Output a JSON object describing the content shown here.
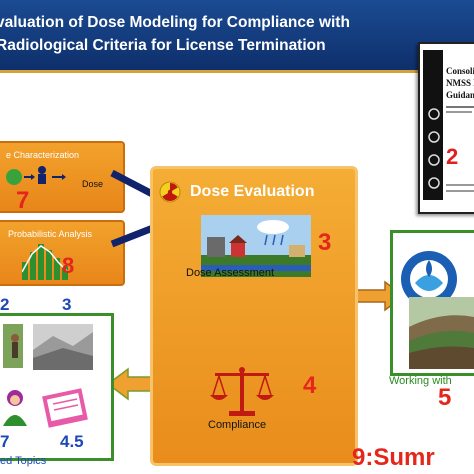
{
  "banner": {
    "line1": "valuation of Dose Modeling for Compliance with",
    "line2": "Radiological Criteria for License Termination"
  },
  "document": {
    "line1": "Consoli",
    "line2": "NMSS D",
    "line3": "Guidan",
    "number": "2"
  },
  "site_char": {
    "title": "e Characterization",
    "dose_label": "Dose",
    "number": "7"
  },
  "probabilistic": {
    "title": "Probabilistic Analysis",
    "number": "8"
  },
  "dose_evaluation": {
    "title": "Dose Evaluation",
    "assessment_number": "3",
    "assessment_label": "Dose Assessment",
    "compliance_number": "4",
    "compliance_label": "Compliance"
  },
  "working": {
    "label": "Working with",
    "number": "5"
  },
  "related": {
    "top_numbers": [
      "2",
      "3"
    ],
    "bottom_numbers": [
      "7",
      "4.5"
    ],
    "caption": "ed Topics"
  },
  "summary": "9:Sumr",
  "colors": {
    "banner_blue": "#1b4b93",
    "orange": "#f2a22c",
    "red_number": "#e4261b",
    "blue_number": "#1c48b8",
    "arrow_navy": "#10236b",
    "green_frame": "#3a8f2a"
  }
}
